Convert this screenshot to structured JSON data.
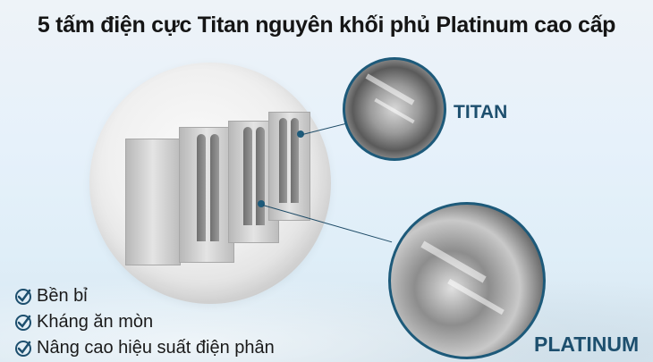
{
  "title": "5 tấm điện cực Titan nguyên khối phủ Platinum cao cấp",
  "materials": [
    {
      "label": "TITAN",
      "icon": "titan-crystal-image"
    },
    {
      "label": "PLATINUM",
      "icon": "platinum-crystal-image"
    }
  ],
  "features": [
    {
      "icon": "check-circle-icon",
      "label": "Bền bỉ"
    },
    {
      "icon": "check-circle-icon",
      "label": "Kháng ăn mòn"
    },
    {
      "icon": "check-circle-icon",
      "label": "Nâng cao hiệu suất điện phân"
    }
  ],
  "colors": {
    "accent": "#1d5a7a",
    "title": "#151515",
    "background": "#e6f1fa"
  }
}
